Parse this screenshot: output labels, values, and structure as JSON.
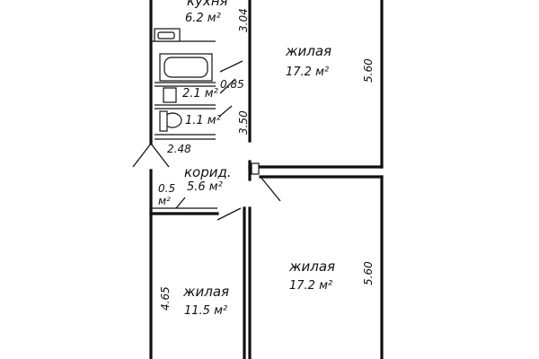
{
  "rooms": {
    "kitchen": {
      "name": "кухня",
      "area": "6.2 м²"
    },
    "living_top": {
      "name": "жилая",
      "area": "17.2 м²"
    },
    "bath": {
      "area": "2.1 м²"
    },
    "wc": {
      "area": "1.1 м²"
    },
    "corridor": {
      "name": "корид.",
      "area": "5.6 м²"
    },
    "closet": {
      "value": "0.5",
      "unit": "м²"
    },
    "living_bottom_right": {
      "name": "жилая",
      "area": "17.2 м²"
    },
    "living_bottom_left": {
      "name": "жилая",
      "area": "11.5 м²"
    }
  },
  "dimensions": {
    "kitchen_len": "3.04",
    "bath_width": "0.85",
    "wc_len": "3.50",
    "hall_width": "2.48",
    "top_room_len": "5.60",
    "bottom_room_len": "5.60",
    "left_room_len": "4.65"
  }
}
